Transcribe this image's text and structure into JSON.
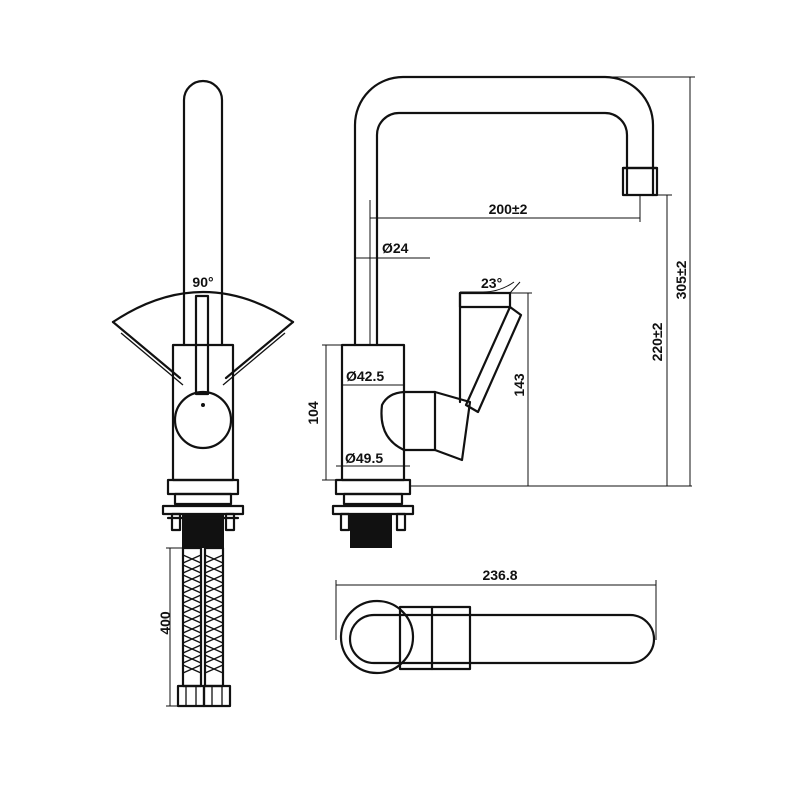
{
  "dimensions": {
    "angle_swivel": "90°",
    "angle_handle": "23°",
    "spout_reach": "200±2",
    "pipe_diameter": "Ø24",
    "body_diameter": "Ø42.5",
    "base_diameter": "Ø49.5",
    "body_height": "104",
    "handle_height": "143",
    "spout_height": "220±2",
    "overall_height": "305±2",
    "hose_length": "400",
    "top_length": "236.8"
  }
}
